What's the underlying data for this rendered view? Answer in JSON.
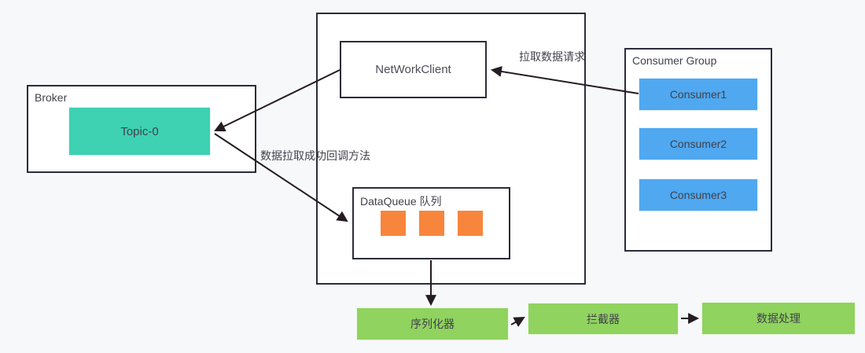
{
  "colors": {
    "background": "#f7f8fa",
    "box_fill": "#ffffff",
    "border": "#2b2d3a",
    "teal": "#3ed1b2",
    "blue": "#4fa8f0",
    "orange": "#f8853c",
    "green": "#90d35f",
    "arrow": "#241c22",
    "text": "#41414c",
    "text_muted": "#4c4c57"
  },
  "broker": {
    "title": "Broker",
    "topic": "Topic-0"
  },
  "client": {
    "network_client": "NetWorkClient"
  },
  "data_queue": {
    "title": "DataQueue 队列",
    "slot_count": 3
  },
  "consumer_group": {
    "title": "Consumer Group",
    "consumers": [
      "Consumer1",
      "Consumer2",
      "Consumer3"
    ]
  },
  "pipeline": {
    "serializer": "序列化器",
    "interceptor": "拦截器",
    "processor": "数据处理"
  },
  "edge_labels": {
    "pull_request": "拉取数据请求",
    "pull_callback": "数据拉取成功回调方法"
  }
}
